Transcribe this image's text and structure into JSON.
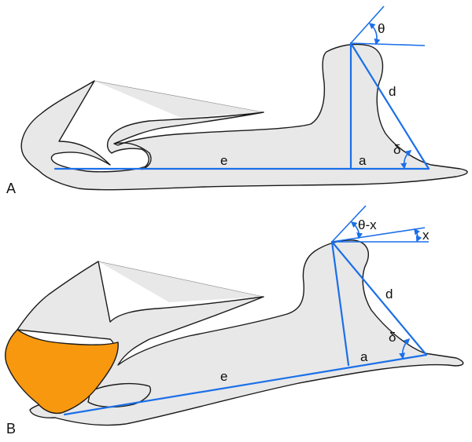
{
  "colors": {
    "bone": "#e8e8e8",
    "outline": "#1a1a1a",
    "measurement": "#1b6fe8",
    "highlight": "#f7980f"
  },
  "panels": [
    {
      "label": "A",
      "annotations": {
        "theta": "θ",
        "d": "d",
        "delta": "δ",
        "a": "a",
        "e": "e"
      }
    },
    {
      "label": "B",
      "annotations": {
        "theta_minus_x": "θ-x",
        "x": "x",
        "d": "d",
        "delta": "δ",
        "a": "a",
        "e": "e"
      }
    }
  ]
}
